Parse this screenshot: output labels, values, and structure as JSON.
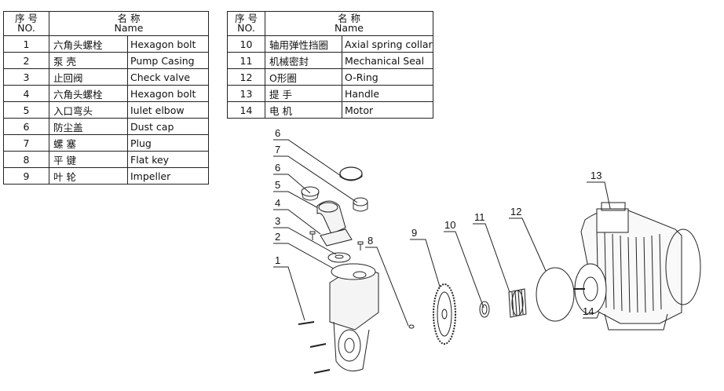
{
  "headers": {
    "no_zh": "序 号",
    "no_en": "NO.",
    "name_zh": "名 称",
    "name_en": "Name"
  },
  "left_table": [
    {
      "no": "1",
      "zh": "六角头螺栓",
      "en": "Hexagon bolt"
    },
    {
      "no": "2",
      "zh": "泵 壳",
      "en": "Pump Casing"
    },
    {
      "no": "3",
      "zh": "止回阀",
      "en": "Check valve"
    },
    {
      "no": "4",
      "zh": "六角头螺栓",
      "en": "Hexagon bolt"
    },
    {
      "no": "5",
      "zh": "入口弯头",
      "en": "Iulet elbow"
    },
    {
      "no": "6",
      "zh": "防尘盖",
      "en": "Dust cap"
    },
    {
      "no": "7",
      "zh": "螺 塞",
      "en": "Plug"
    },
    {
      "no": "8",
      "zh": "平 键",
      "en": "Flat key"
    },
    {
      "no": "9",
      "zh": "叶 轮",
      "en": "Impeller"
    }
  ],
  "right_table": [
    {
      "no": "10",
      "zh": "轴用弹性挡圈",
      "en": "Axial spring collar"
    },
    {
      "no": "11",
      "zh": "机械密封",
      "en": "Mechanical Seal"
    },
    {
      "no": "12",
      "zh": "O形圈",
      "en": "O-Ring"
    },
    {
      "no": "13",
      "zh": "提 手",
      "en": "Handle"
    },
    {
      "no": "14",
      "zh": "电 机",
      "en": "Motor"
    }
  ],
  "callouts": [
    "6",
    "7",
    "6",
    "5",
    "4",
    "3",
    "2",
    "1",
    "8",
    "9",
    "10",
    "11",
    "12",
    "13",
    "14"
  ]
}
